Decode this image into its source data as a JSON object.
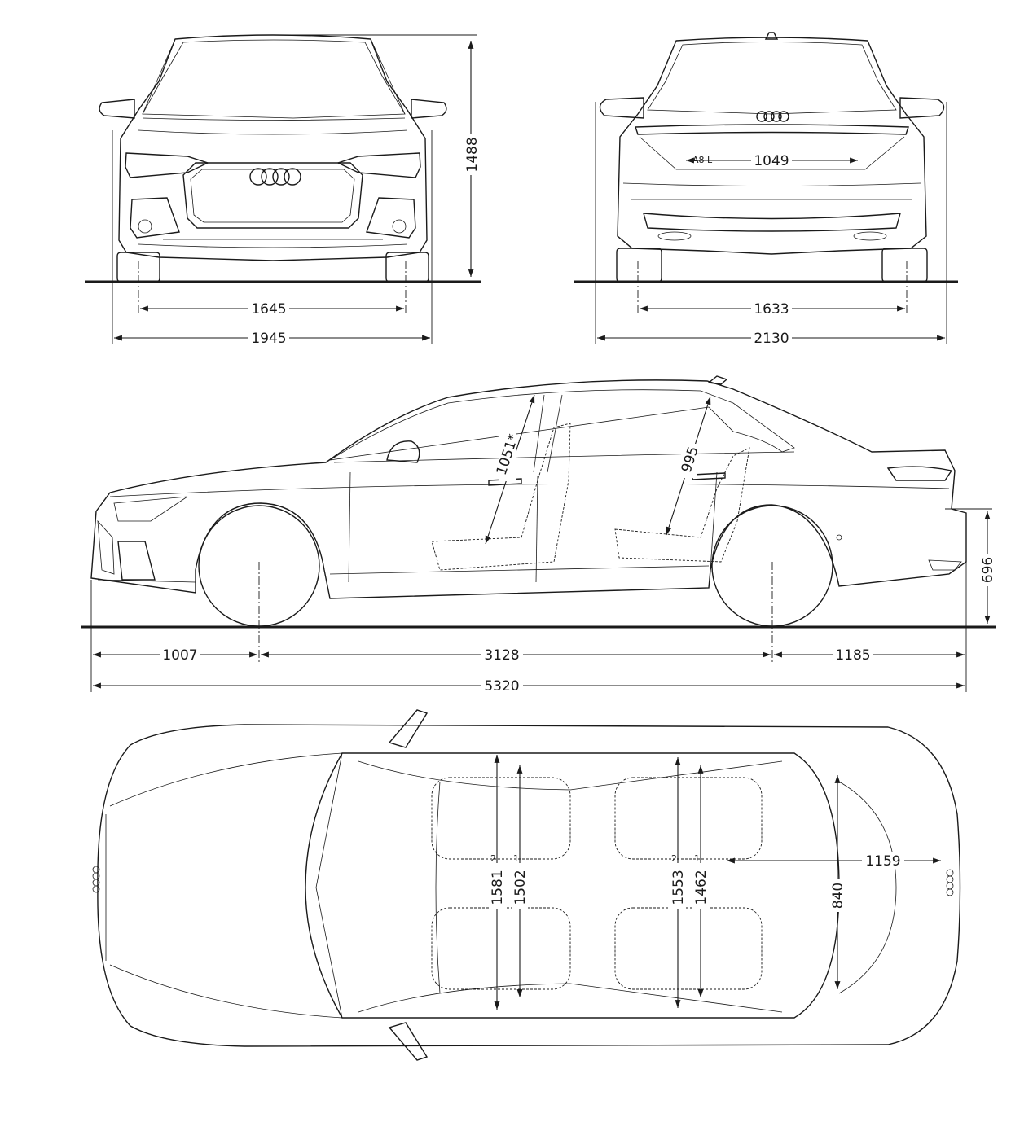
{
  "accent_color": "#1a1a1a",
  "views": {
    "front": {
      "height": "1488",
      "track": "1645",
      "width": "1945"
    },
    "rear": {
      "trunk_opening": "1049",
      "track": "1633",
      "width_with_mirrors": "2130",
      "badge": "A8 L"
    },
    "side": {
      "front_headroom": "1051*",
      "rear_headroom": "995",
      "trunk_lip_height": "696",
      "front_overhang": "1007",
      "wheelbase": "3128",
      "rear_overhang": "1185",
      "length": "5320"
    },
    "top": {
      "front_shoulder_width": "1581",
      "front_elbow_width": "1502",
      "rear_shoulder_width": "1553",
      "rear_elbow_width": "1462",
      "trunk_width": "840",
      "trunk_length": "1159",
      "note_1": "1",
      "note_2": "2"
    }
  },
  "icons": {
    "front_logo": "audi-rings-icon",
    "rear_logo": "audi-rings-icon"
  }
}
